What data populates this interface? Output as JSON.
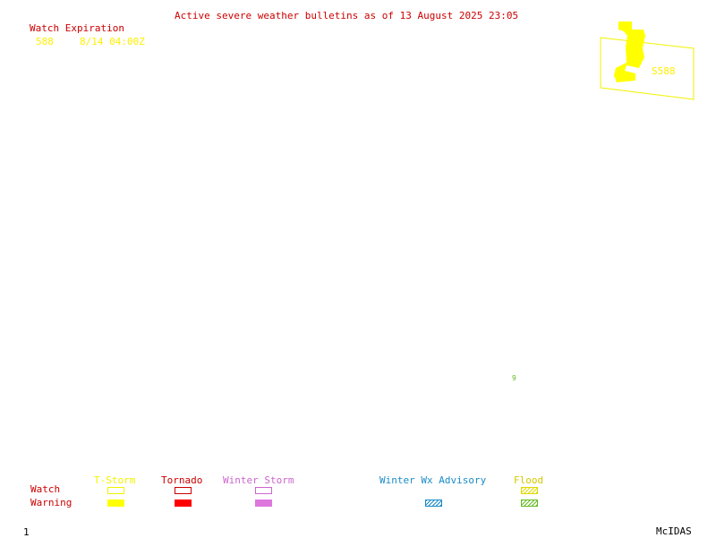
{
  "header": {
    "title": "Active severe weather bulletins as of 13 August 2025 23:05"
  },
  "watch_table": {
    "heading": "Watch Expiration",
    "rows": [
      {
        "number": "588",
        "expiration": "8/14 04:00Z"
      }
    ]
  },
  "map": {
    "watch_label": "S588",
    "small_marker": "9"
  },
  "legend": {
    "row_labels": {
      "watch": "Watch",
      "warning": "Warning"
    },
    "categories": [
      {
        "key": "tstorm",
        "label": "T-Storm",
        "color": "#f2f200"
      },
      {
        "key": "tornado",
        "label": "Tornado",
        "color": "#ff0000"
      },
      {
        "key": "winter_storm",
        "label": "Winter Storm",
        "color": "#cc66cc"
      },
      {
        "key": "winter_advisory",
        "label": "Winter Wx Advisory",
        "color": "#1a8cc8"
      },
      {
        "key": "flood",
        "label": "Flood",
        "color": "#66bb22"
      }
    ]
  },
  "footer": {
    "frame": "1",
    "brand": "McIDAS"
  }
}
